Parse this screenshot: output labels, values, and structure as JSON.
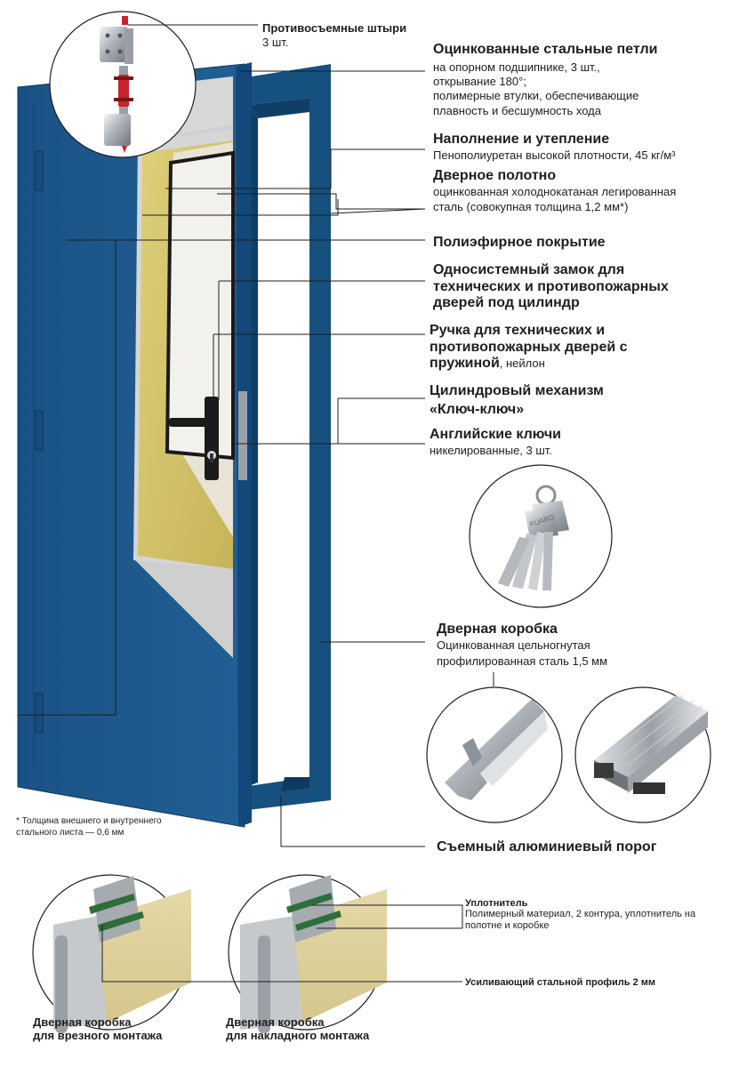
{
  "labels": {
    "pins_title": "Противосъемные штыри",
    "pins_count": "3 шт.",
    "hinges_title": "Оцинкованные стальные петли",
    "hinges_line1": "на опорном подшипнике, 3 шт.,",
    "hinges_line2": "открывание 180°;",
    "hinges_line3": "полимерные втулки, обеспечивающие",
    "hinges_line4": "плавность и бесшумность хода",
    "fill_title": "Наполнение и утепление",
    "fill_desc": "Пенополиуретан высокой плотности, 45 кг/м³",
    "leaf_title": "Дверное полотно",
    "leaf_line1": "оцинкованная холоднокатаная легированная",
    "leaf_line2": "сталь (совокупная толщина 1,2 мм*)",
    "coating_title": "Полиэфирное покрытие",
    "lock_line1": "Односистемный замок для",
    "lock_line2": "технических и противопожарных",
    "lock_line3": "дверей под цилиндр",
    "handle_line1": "Ручка для технических и",
    "handle_line2": "противопожарных дверей с",
    "handle_line3_bold": "пружиной",
    "handle_line3_rest": ", нейлон",
    "cylinder_line1": "Цилиндровый механизм",
    "cylinder_line2": "«Ключ-ключ»",
    "keys_title": "Английские ключи",
    "keys_desc": "никелированные, 3 шт.",
    "frame_title": "Дверная коробка",
    "frame_line1": "Оцинкованная цельногнутая",
    "frame_line2": "профилированная сталь 1,5 мм",
    "threshold_title": "Съемный алюминиевый порог",
    "footnote_line1": "* Толщина внешнего и внутреннего",
    "footnote_line2": "стального листа — 0,6 мм",
    "seal_title": "Уплотнитель",
    "seal_line1": "Полимерный материал, 2 контура, уплотнитель на",
    "seal_line2": "полотне и коробке",
    "profile_title": "Усиливающий стальной профиль 2 мм",
    "mortise_line1": "Дверная коробка",
    "mortise_line2": "для врезного монтажа",
    "overlay_line1": "Дверная коробка",
    "overlay_line2": "для накладного монтажа"
  },
  "colors": {
    "door_blue": "#1d5a8c",
    "insulation_yellow": "#d9c36a",
    "panel_grey": "#c9c9c9",
    "frame_steel": "#b8bcc2",
    "leader_line": "#1e1e1e",
    "hinge_red": "#c8242a"
  },
  "icons": [
    "hinge-pin-icon",
    "key-bunch-icon",
    "aluminum-profile-icon",
    "threshold-icon",
    "frame-section-icon"
  ]
}
